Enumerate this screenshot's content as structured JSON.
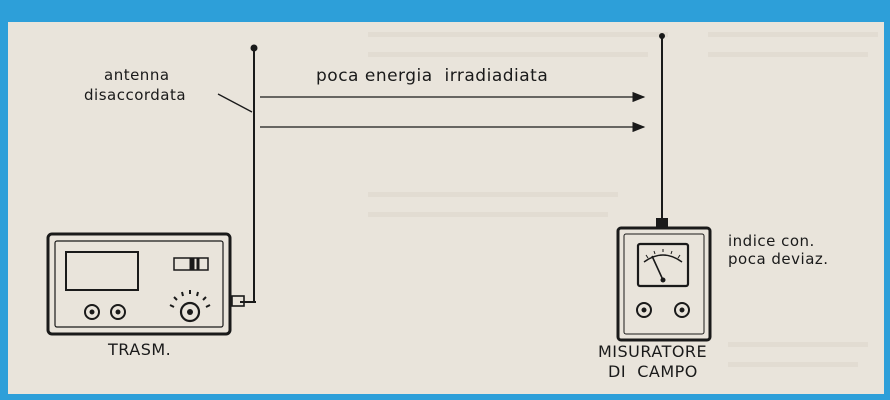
{
  "colors": {
    "frame": "#2d9fd9",
    "paper": "#e9e4db",
    "ink": "#1a1a1a"
  },
  "labels": {
    "antenna": "antenna",
    "detuned": "disaccordata",
    "low_energy": "poca energia  irradiadiata",
    "transmitter": "TRASM.",
    "needle_line1": "indice con.",
    "needle_line2": "poca deviaz.",
    "meter_line1": "MISURATORE",
    "meter_line2": "DI  CAMPO"
  }
}
